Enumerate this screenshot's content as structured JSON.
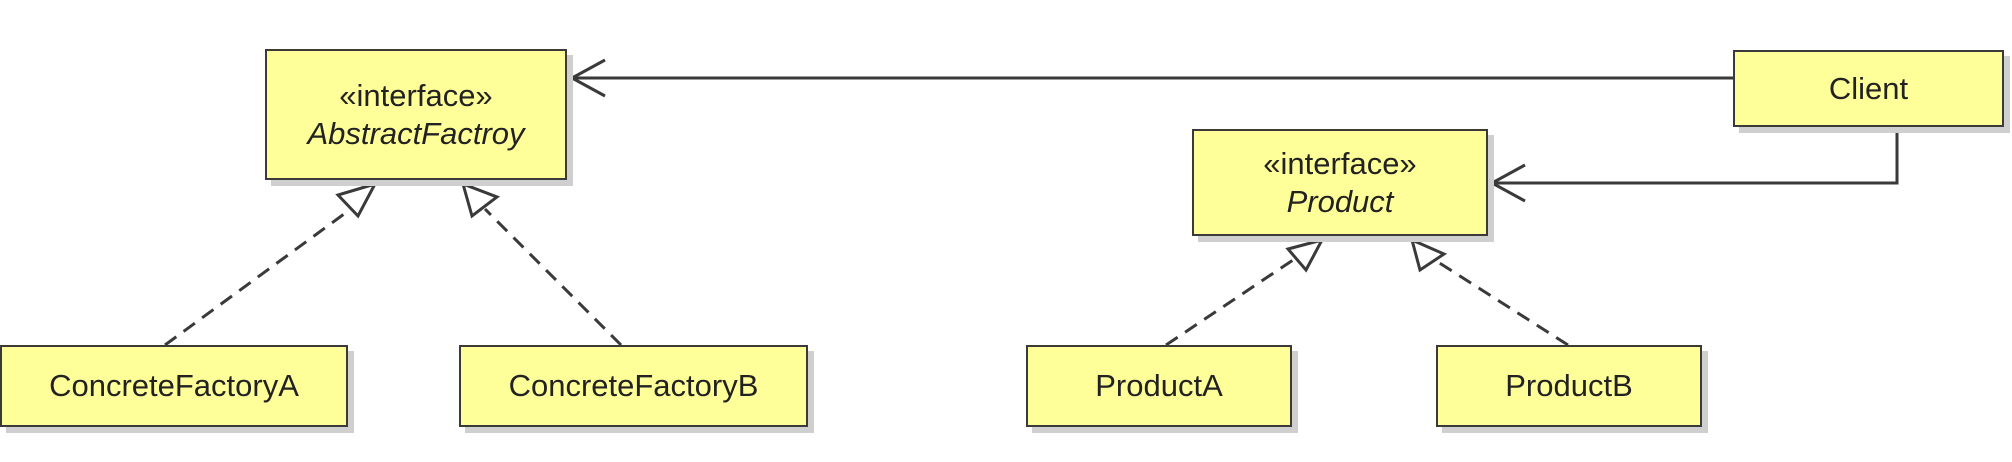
{
  "diagram": {
    "abstract_factory": {
      "stereotype": "«interface»",
      "name": "AbstractFactroy"
    },
    "product": {
      "stereotype": "«interface»",
      "name": "Product"
    },
    "client": {
      "name": "Client"
    },
    "concrete_factory_a": {
      "name": "ConcreteFactoryA"
    },
    "concrete_factory_b": {
      "name": "ConcreteFactoryB"
    },
    "product_a": {
      "name": "ProductA"
    },
    "product_b": {
      "name": "ProductB"
    },
    "relationships": [
      {
        "from": "Client",
        "to": "AbstractFactroy",
        "kind": "association"
      },
      {
        "from": "Client",
        "to": "Product",
        "kind": "association"
      },
      {
        "from": "ConcreteFactoryA",
        "to": "AbstractFactroy",
        "kind": "realization"
      },
      {
        "from": "ConcreteFactoryB",
        "to": "AbstractFactroy",
        "kind": "realization"
      },
      {
        "from": "ProductA",
        "to": "Product",
        "kind": "realization"
      },
      {
        "from": "ProductB",
        "to": "Product",
        "kind": "realization"
      }
    ]
  },
  "colors": {
    "box_fill": "#ffff99",
    "box_border": "#3a3a3a",
    "shadow": "#cfcfcf",
    "line": "#3a3a3a"
  }
}
